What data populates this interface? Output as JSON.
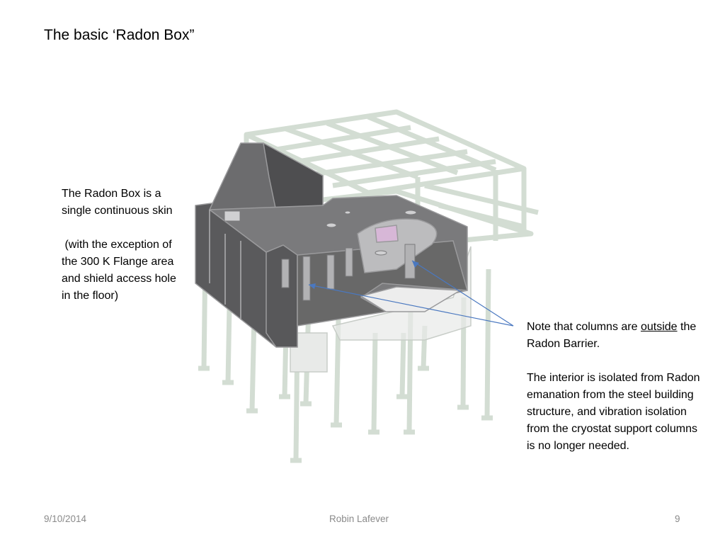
{
  "slide": {
    "title": "The basic ‘Radon Box”",
    "left_note": {
      "line1": "The Radon Box is a single continuous skin",
      "line2": " (with the exception of the 300 K Flange area and shield access hole in the floor)"
    },
    "right_note": {
      "part1": "Note that columns are ",
      "underlined": "outside",
      "part2": " the Radon Barrier.",
      "paragraph2": "The interior is isolated from Radon emanation from the steel building structure, and vibration isolation from the cryostat support columns is no longer needed."
    },
    "footer": {
      "date": "9/10/2014",
      "author": "Robin Lafever",
      "page": "9"
    }
  },
  "colors": {
    "frame": "#d3ddd3",
    "frame_edge": "#b9c9b9",
    "box_dark": "#5a5a5c",
    "box_mid": "#78787a",
    "box_light": "#a8a8aa",
    "arrow": "#4a78c0",
    "footer_text": "#8a8a8a"
  }
}
